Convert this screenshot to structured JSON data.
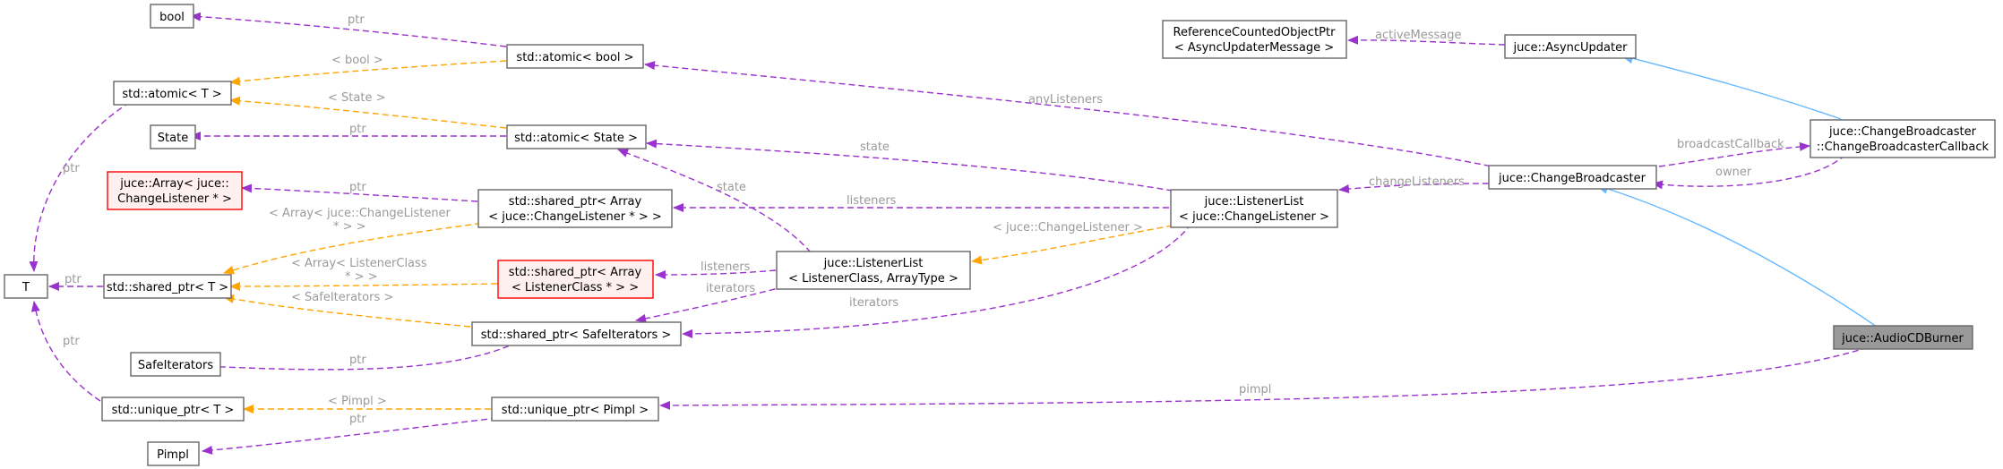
{
  "diagram": {
    "nodes": {
      "bool": "bool",
      "atomic_T": "std::atomic< T >",
      "state": "State",
      "array_listener": [
        "juce::Array< juce::",
        "ChangeListener * >"
      ],
      "T": "T",
      "shared_ptr_T": "std::shared_ptr< T >",
      "safe_iterators": "SafeIterators",
      "unique_ptr_T": "std::unique_ptr< T >",
      "pimpl": "Pimpl",
      "atomic_bool": "std::atomic< bool >",
      "atomic_state": "std::atomic< State >",
      "shared_ptr_array_cl": [
        "std::shared_ptr< Array",
        "< juce::ChangeListener * > >"
      ],
      "shared_ptr_array_lc": [
        "std::shared_ptr< Array",
        "< ListenerClass * > >"
      ],
      "shared_ptr_safe": "std::shared_ptr< SafeIterators >",
      "unique_ptr_pimpl": "std::unique_ptr< Pimpl >",
      "listenerlist_generic": [
        "juce::ListenerList",
        "< ListenerClass, ArrayType >"
      ],
      "refcounted": [
        "ReferenceCountedObjectPtr",
        "< AsyncUpdaterMessage >"
      ],
      "listenerlist_cl": [
        "juce::ListenerList",
        "< juce::ChangeListener >"
      ],
      "async_updater": "juce::AsyncUpdater",
      "change_broadcaster": "juce::ChangeBroadcaster",
      "cb_callback": [
        "juce::ChangeBroadcaster",
        "::ChangeBroadcasterCallback"
      ],
      "audio_cd_burner": "juce::AudioCDBurner"
    },
    "edge_labels": {
      "ptr": "ptr",
      "bool_tmpl": "< bool >",
      "state_tmpl": "< State >",
      "array_cl_tmpl": [
        "< Array< juce::ChangeListener",
        "* > >"
      ],
      "array_lc_tmpl": [
        "< Array< ListenerClass",
        "* > >"
      ],
      "safe_tmpl": "< SafeIterators >",
      "pimpl_tmpl": "< Pimpl >",
      "state": "state",
      "listeners": "listeners",
      "iterators": "iterators",
      "change_listener_tmpl": "< juce::ChangeListener >",
      "active_message": "activeMessage",
      "any_listeners": "anyListeners",
      "change_listeners": "changeListeners",
      "broadcast_callback": "broadcastCallback",
      "owner": "owner",
      "pimpl": "pimpl"
    }
  }
}
